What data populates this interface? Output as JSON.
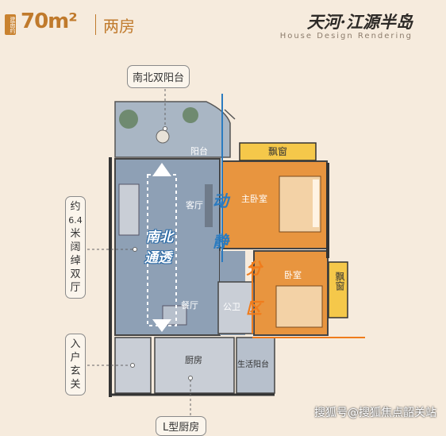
{
  "header": {
    "area_badge": "建面约",
    "area_value": "70m²",
    "room_type": "两房",
    "brand_title": "天河·江源半岛",
    "brand_subtitle": "House Design Rendering"
  },
  "callouts": {
    "balcony": "南北双阳台",
    "living_width": [
      "约",
      "6.4",
      "米",
      "阔",
      "绰",
      "双",
      "厅"
    ],
    "entrance": [
      "入",
      "户",
      "玄",
      "关"
    ],
    "kitchen": "L型厨房"
  },
  "rooms": {
    "balcony": "阳台",
    "living": "客厅",
    "master": "主卧室",
    "bedroom": "卧室",
    "dining": "餐厅",
    "bath": "公卫",
    "kitchen": "厨房",
    "service_balcony": "生活阳台"
  },
  "bay_windows": {
    "top": "飘窗",
    "right": "飘窗"
  },
  "zones": {
    "dong": "动",
    "jing": "静",
    "fen": "分",
    "qu": "区"
  },
  "ns_text": {
    "line1": "南北",
    "line2": "通透"
  },
  "watermark": "搜狐号@搜狐焦点韶关站",
  "colors": {
    "background": "#f6ebdd",
    "accent": "#c07a2c",
    "bedroom": "#e8953f",
    "living": "#8ea0b5",
    "bay": "#f5c84a",
    "zone_blue": "#2b7bc0",
    "zone_orange": "#f07c1c"
  }
}
